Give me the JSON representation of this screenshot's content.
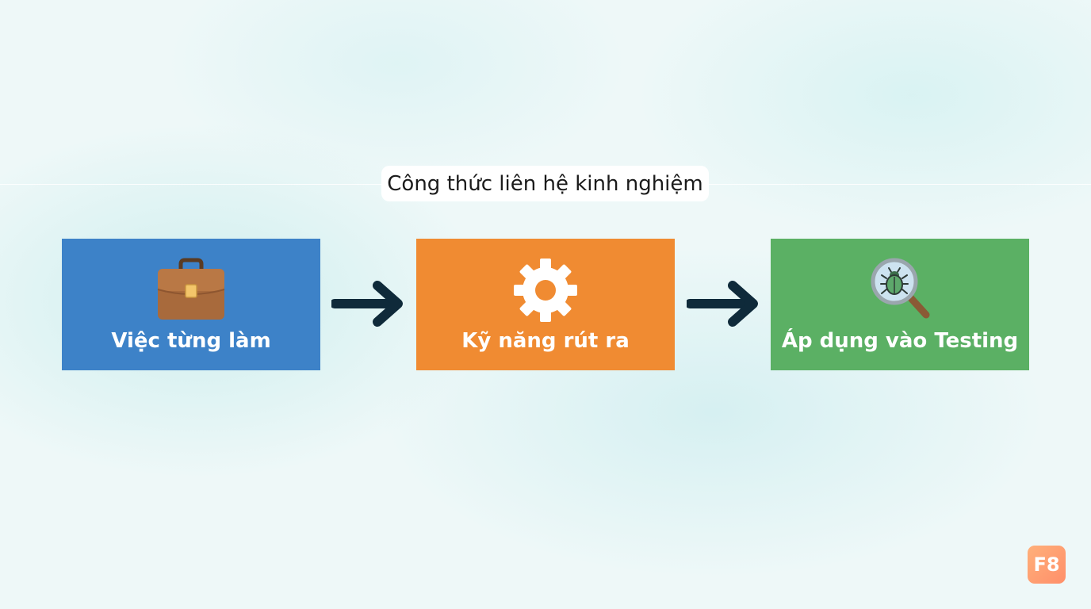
{
  "title": "Công thức liên hệ kinh nghiệm",
  "colors": {
    "box1": "#3d82c8",
    "box2": "#f08b32",
    "box3": "#5bb064",
    "arrow": "#0f2a3a"
  },
  "steps": [
    {
      "label": "Việc từng làm",
      "icon": "briefcase-icon"
    },
    {
      "label": "Kỹ năng rút ra",
      "icon": "gear-icon"
    },
    {
      "label": "Áp dụng vào Testing",
      "icon": "bug-magnifier-icon"
    }
  ],
  "logo": {
    "text": "F8"
  }
}
